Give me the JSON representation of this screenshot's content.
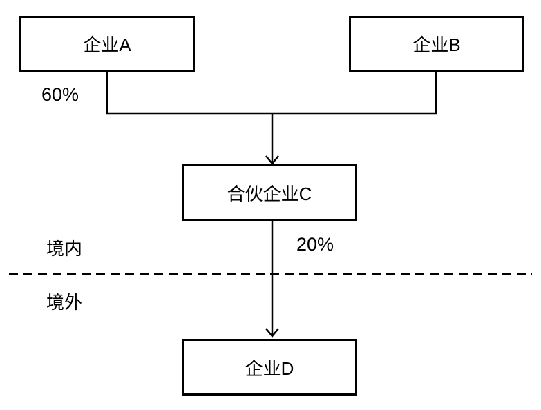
{
  "diagram": {
    "nodes": [
      {
        "id": "A",
        "label": "企业A"
      },
      {
        "id": "B",
        "label": "企业B"
      },
      {
        "id": "C",
        "label": "合伙企业C"
      },
      {
        "id": "D",
        "label": "企业D"
      }
    ],
    "edges": [
      {
        "from": "A",
        "to": "C",
        "label": "60%"
      },
      {
        "from": "B",
        "to": "C",
        "label": ""
      },
      {
        "from": "C",
        "to": "D",
        "label": "20%"
      }
    ],
    "edge_labels": {
      "a_to_c": "60%",
      "c_to_d": "20%"
    },
    "regions": {
      "onshore": "境内",
      "offshore": "境外"
    },
    "colors": {
      "line": "#000000",
      "background": "#ffffff",
      "text": "#000000"
    }
  }
}
